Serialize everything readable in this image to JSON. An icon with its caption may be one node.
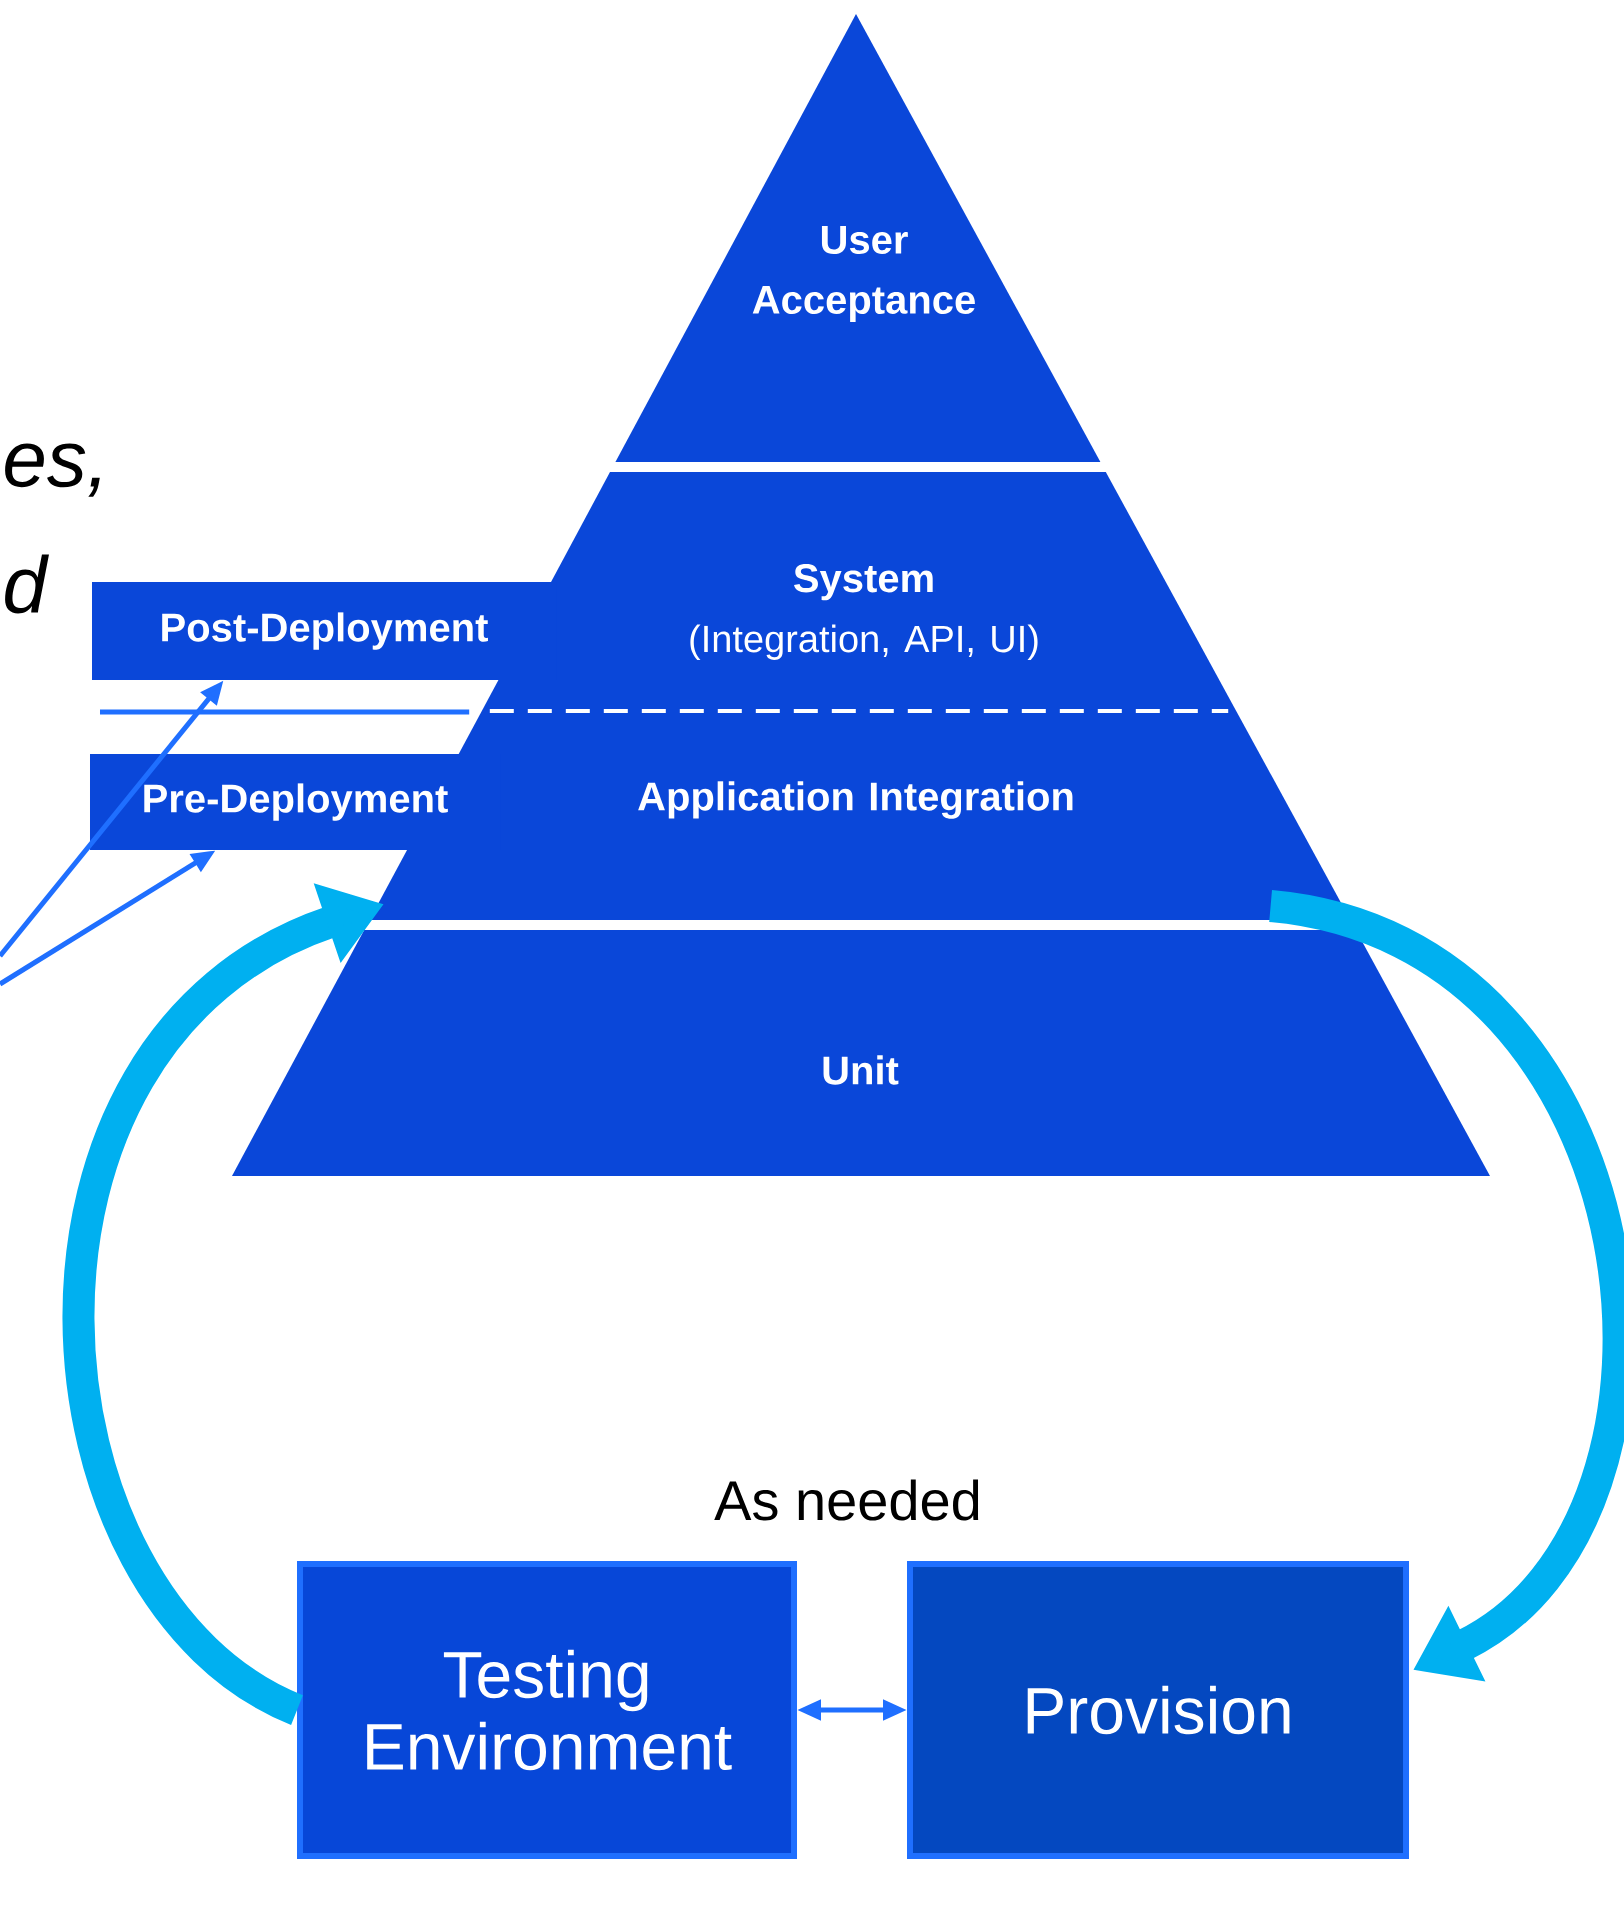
{
  "diagram": {
    "nodes": [
      {
        "text": [
          "User Acceptance"
        ]
      },
      {
        "text": [
          "System",
          "(Integration, API, UI)"
        ]
      },
      {
        "text": [
          "Application Integration"
        ]
      },
      {
        "text": [
          "Unit"
        ]
      },
      {
        "text": [
          "Post-Deployment"
        ]
      },
      {
        "text": [
          "Pre-Deployment"
        ]
      },
      {
        "text": [
          "Testing Environment"
        ]
      },
      {
        "text": [
          "Provision"
        ]
      }
    ],
    "edges": [
      {
        "from": null,
        "to": 4,
        "arrow": "to"
      },
      {
        "from": null,
        "to": 5,
        "arrow": "to"
      },
      {
        "from": 6,
        "to": 2,
        "arrow": "to",
        "style": "thick",
        "color": "#00b0f0"
      },
      {
        "from": 2,
        "to": 7,
        "arrow": "to",
        "style": "thick",
        "color": "#00b0f0"
      },
      {
        "from": 6,
        "to": 7,
        "arrow": "both"
      }
    ],
    "labels": [
      "es,",
      "d",
      "As needed"
    ]
  }
}
